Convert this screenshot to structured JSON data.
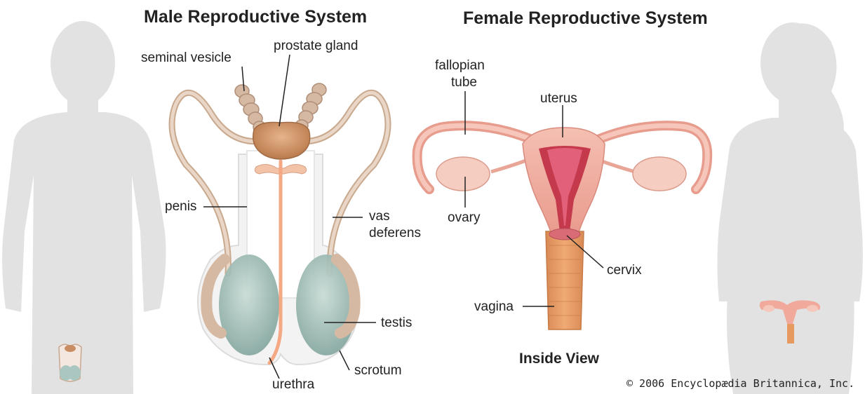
{
  "titles": {
    "male": "Male Reproductive System",
    "female": "Female Reproductive System"
  },
  "male_labels": {
    "seminal_vesicle": "seminal vesicle",
    "prostate_gland": "prostate gland",
    "penis": "penis",
    "vas_deferens_1": "vas",
    "vas_deferens_2": "deferens",
    "testis": "testis",
    "scrotum": "scrotum",
    "urethra": "urethra"
  },
  "female_labels": {
    "fallopian_tube_1": "fallopian",
    "fallopian_tube_2": "tube",
    "uterus": "uterus",
    "ovary": "ovary",
    "cervix": "cervix",
    "vagina": "vagina"
  },
  "caption": "Inside View",
  "copyright": "© 2006 Encyclopædia Britannica, Inc.",
  "colors": {
    "silhouette": "#e2e2e2",
    "tissue": "#f2b8a8",
    "gland": "#c98d63",
    "testis": "#9fbdb6",
    "leader_line": "#222222"
  }
}
